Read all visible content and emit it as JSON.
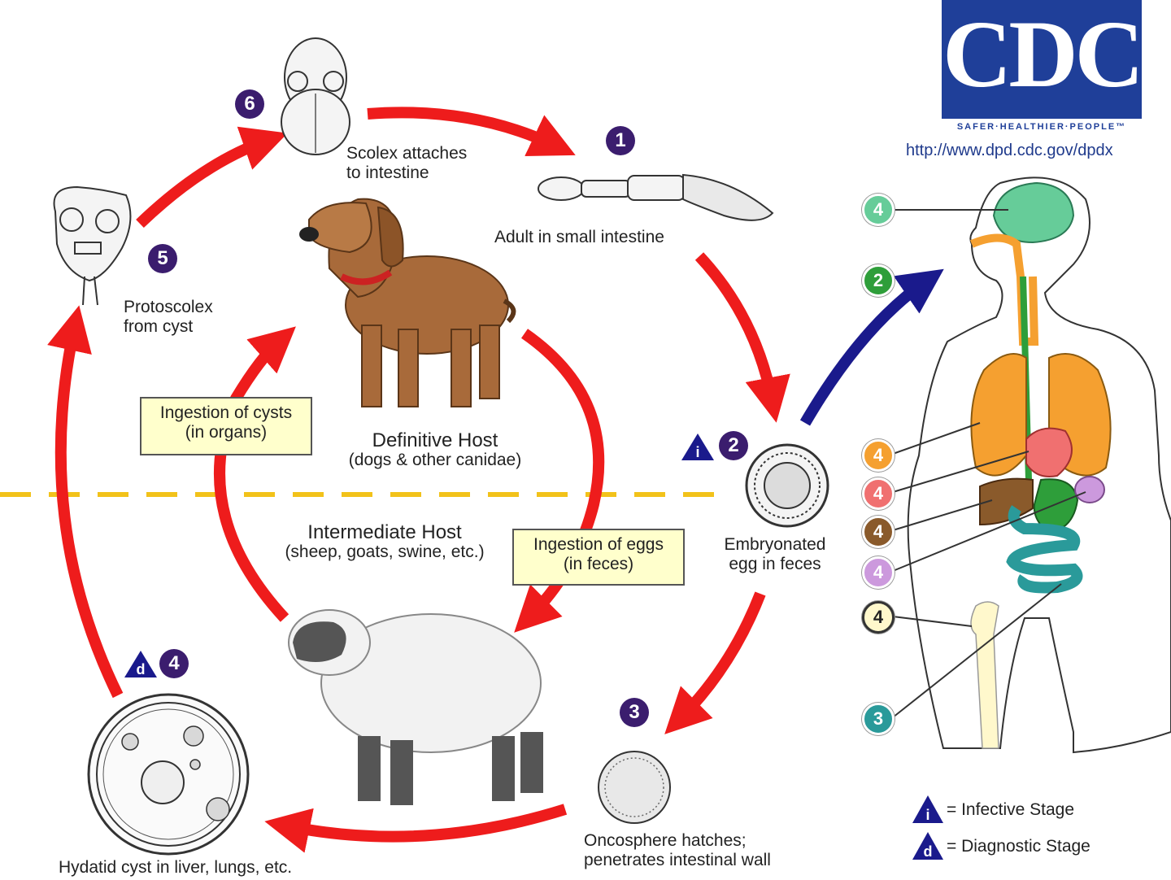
{
  "logo": {
    "name": "CDC",
    "tagline": "SAFER·HEALTHIER·PEOPLE™",
    "url": "http://www.dpd.cdc.gov/dpdx"
  },
  "stages": {
    "s1": {
      "num": "1",
      "label": "Adult in small intestine"
    },
    "s2": {
      "num": "2",
      "label_line1": "Embryonated",
      "label_line2": "egg in feces"
    },
    "s3": {
      "num": "3",
      "label_line1": "Oncosphere hatches;",
      "label_line2": "penetrates intestinal wall"
    },
    "s4": {
      "num": "4",
      "label": "Hydatid cyst in liver, lungs, etc."
    },
    "s5": {
      "num": "5",
      "label_line1": "Protoscolex",
      "label_line2": "from cyst"
    },
    "s6": {
      "num": "6",
      "label_line1": "Scolex attaches",
      "label_line2": "to intestine"
    }
  },
  "hosts": {
    "definitive": {
      "title": "Definitive Host",
      "sub": "(dogs & other canidae)"
    },
    "intermediate": {
      "title": "Intermediate Host",
      "sub": "(sheep, goats, swine, etc.)"
    }
  },
  "boxes": {
    "cysts": {
      "line1": "Ingestion of cysts",
      "line2": "(in organs)"
    },
    "eggs": {
      "line1": "Ingestion of eggs",
      "line2": "(in feces)"
    }
  },
  "stage_icons": {
    "infective": "i",
    "diagnostic": "d"
  },
  "human_markers": [
    {
      "num": "4",
      "color": "#66cc99",
      "organ": "brain"
    },
    {
      "num": "2",
      "color": "#2e9e3a",
      "organ": "ingestion"
    },
    {
      "num": "4",
      "color": "#f5a030",
      "organ": "lungs"
    },
    {
      "num": "4",
      "color": "#f07070",
      "organ": "heart"
    },
    {
      "num": "4",
      "color": "#8a5a2b",
      "organ": "liver"
    },
    {
      "num": "4",
      "color": "#cc99dd",
      "organ": "spleen"
    },
    {
      "num": "4",
      "color": "#fff8cc",
      "organ": "bone"
    },
    {
      "num": "3",
      "color": "#2a9a9a",
      "organ": "intestine"
    }
  ],
  "legend": {
    "infective": "= Infective Stage",
    "diagnostic": "= Diagnostic Stage"
  },
  "colors": {
    "arrow": "#ee1c1c",
    "arrow_human": "#1a1a8c",
    "divider": "#f2c21a",
    "stage_circle": "#3b1d6e",
    "triangle": "#1a1a8c"
  }
}
